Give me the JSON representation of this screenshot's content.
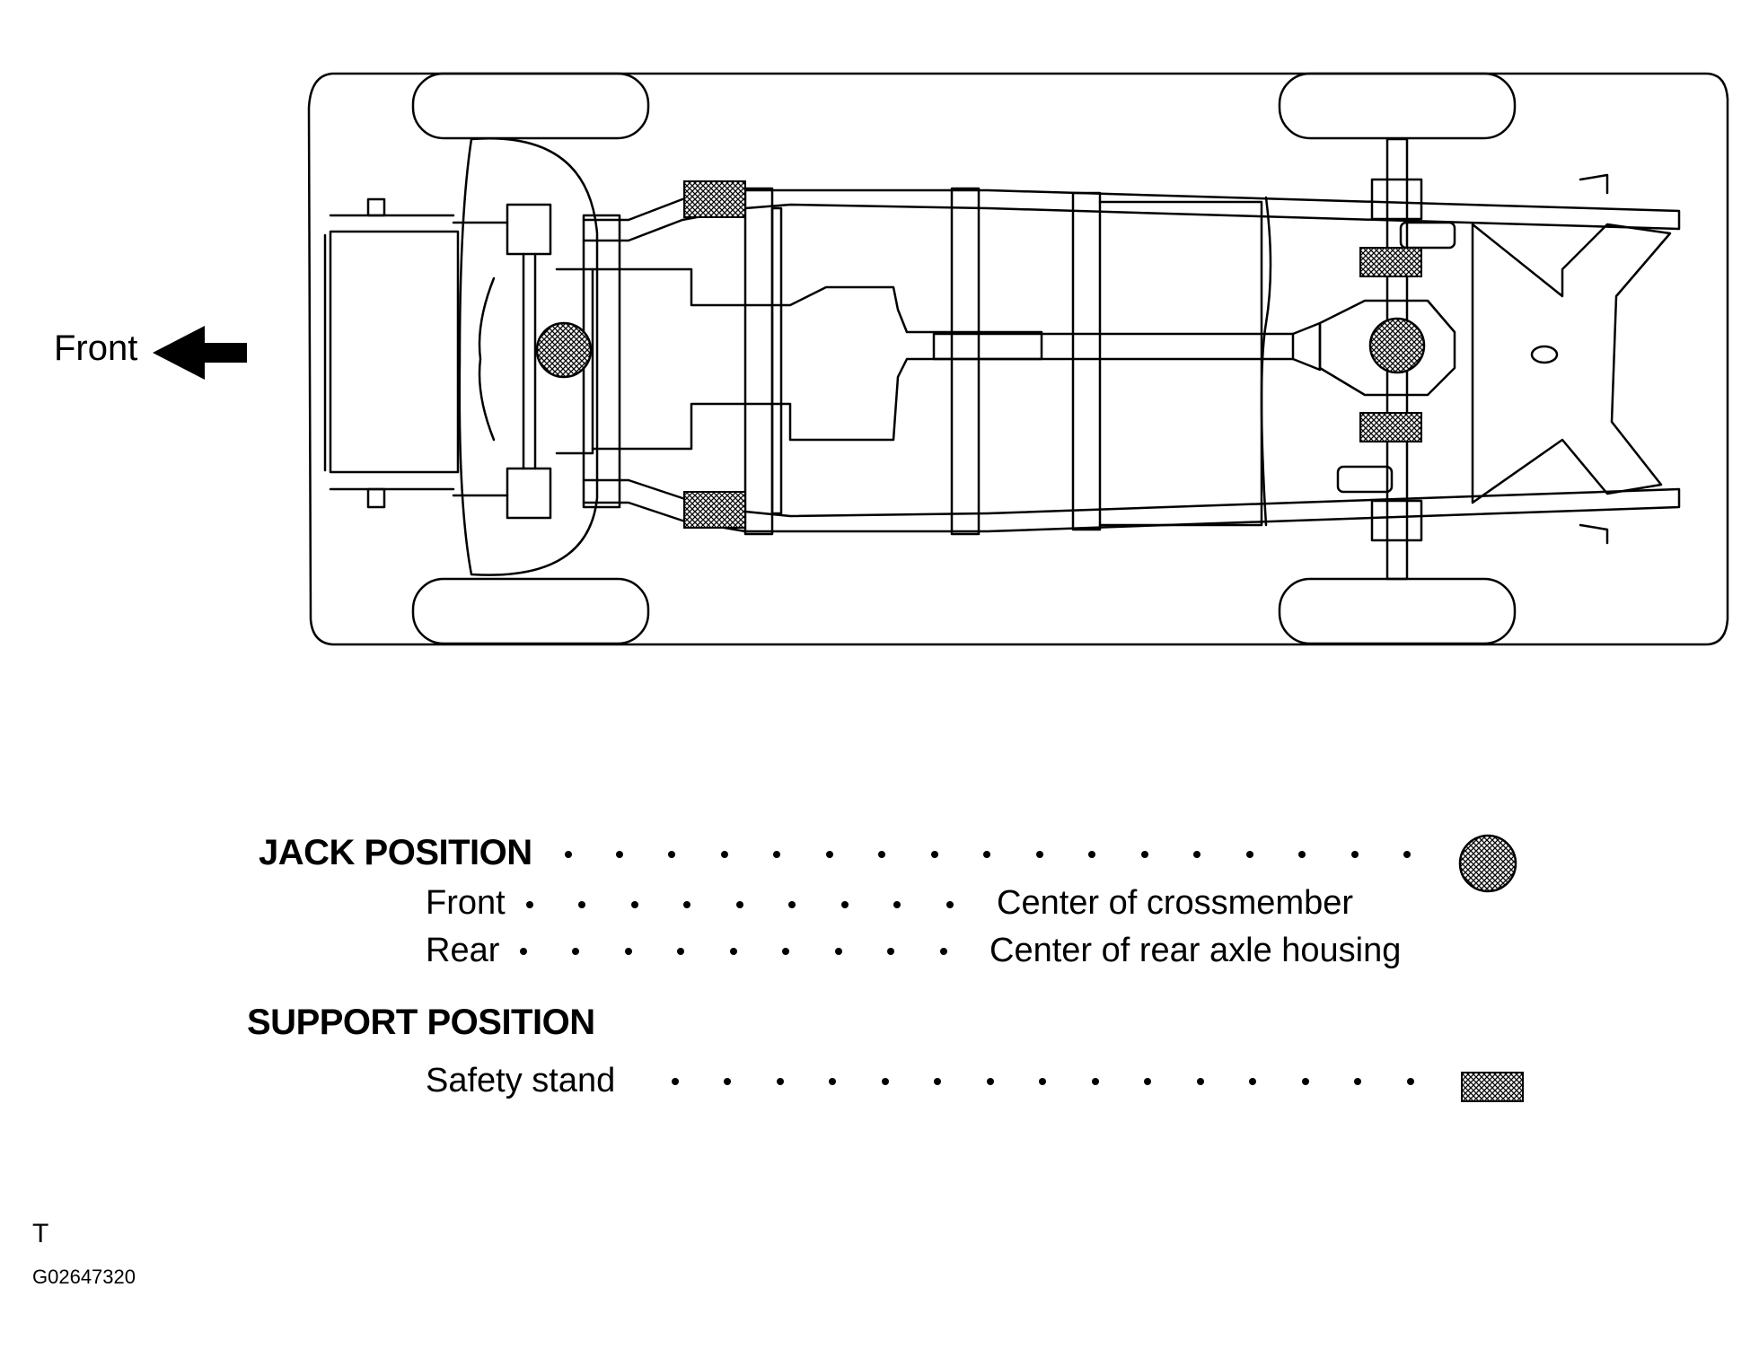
{
  "direction": {
    "label": "Front"
  },
  "legend": {
    "jack": {
      "heading": "JACK POSITION",
      "rows": [
        {
          "label": "Front",
          "value": "Center of crossmember"
        },
        {
          "label": "Rear",
          "value": "Center of rear axle housing"
        }
      ]
    },
    "support": {
      "heading": "SUPPORT POSITION",
      "rows": [
        {
          "label": "Safety stand"
        }
      ]
    }
  },
  "footer": {
    "marker": "T",
    "code": "G02647320"
  }
}
